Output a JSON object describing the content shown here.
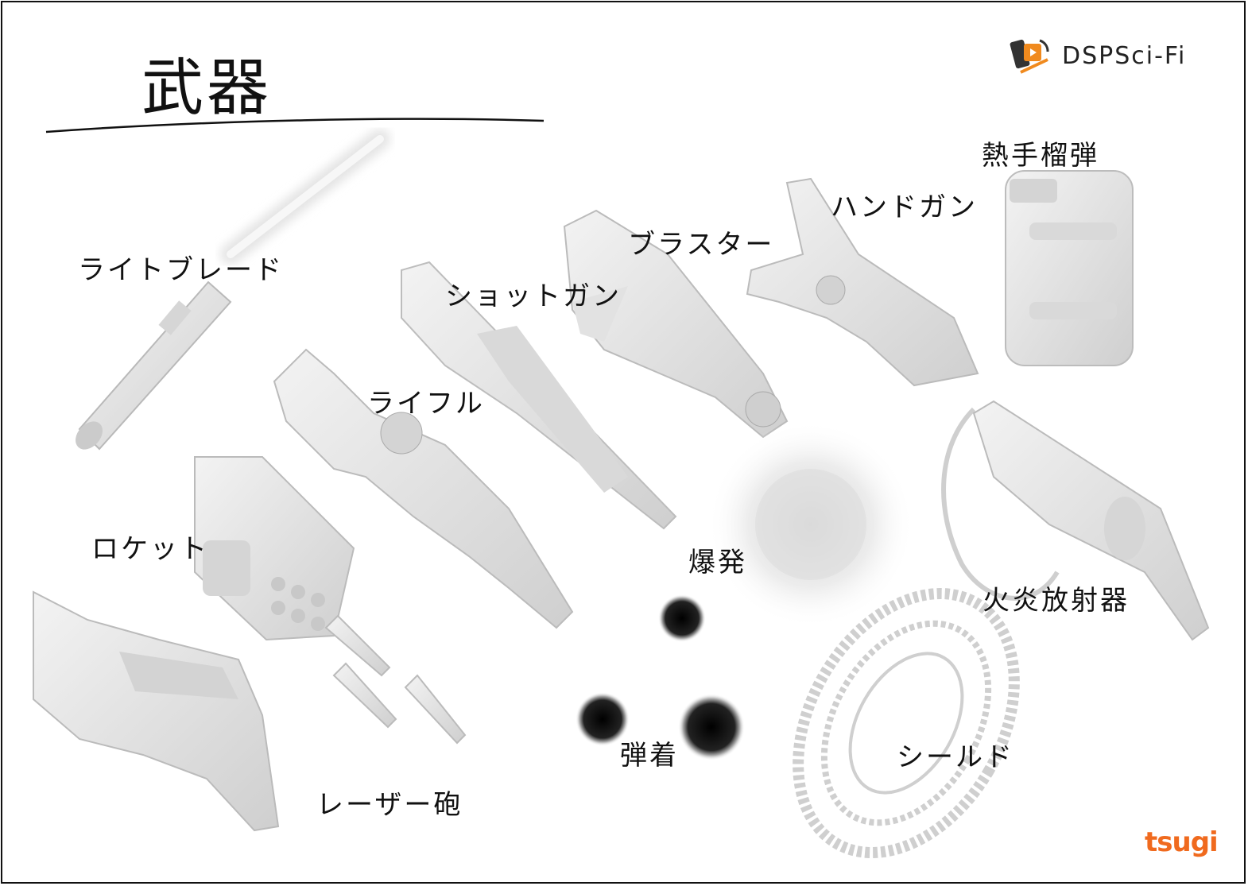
{
  "title": "武器",
  "brand": {
    "name": "DSPSci-Fi",
    "icon": "dspscifi-logo-icon"
  },
  "footer_brand": "tsugi",
  "colors": {
    "accent": "#f06a1e",
    "ink": "#111111",
    "model": "#e6e6e6",
    "model_shade": "#c4c4c4"
  },
  "items": [
    {
      "id": "light-blade",
      "label": "ライトブレード"
    },
    {
      "id": "shotgun",
      "label": "ショットガン"
    },
    {
      "id": "blaster",
      "label": "ブラスター"
    },
    {
      "id": "handgun",
      "label": "ハンドガン"
    },
    {
      "id": "thermal-grenade",
      "label": "熱手榴弾"
    },
    {
      "id": "rifle",
      "label": "ライフル"
    },
    {
      "id": "rocket",
      "label": "ロケット"
    },
    {
      "id": "explosion",
      "label": "爆発"
    },
    {
      "id": "flamethrower",
      "label": "火炎放射器"
    },
    {
      "id": "bullet-impact",
      "label": "弾着"
    },
    {
      "id": "shield",
      "label": "シールド"
    },
    {
      "id": "laser-cannon",
      "label": "レーザー砲"
    }
  ]
}
